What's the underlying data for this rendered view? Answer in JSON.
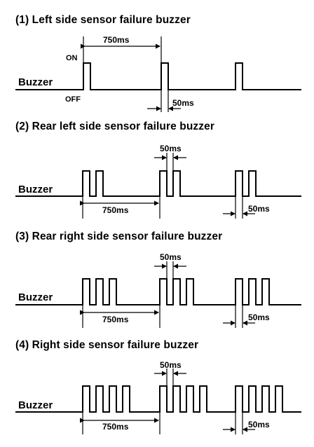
{
  "sections": [
    {
      "title": "(1) Left side sensor failure buzzer",
      "signal_label": "Buzzer",
      "state_on_label": "ON",
      "state_off_label": "OFF",
      "pulses_per_group": 1,
      "groups": 3,
      "period_label": "750ms",
      "pulse_label": "50ms"
    },
    {
      "title": "(2) Rear left side sensor failure buzzer",
      "signal_label": "Buzzer",
      "pulses_per_group": 2,
      "groups": 3,
      "period_label": "750ms",
      "gap_label": "50ms",
      "pulse_label": "50ms"
    },
    {
      "title": "(3) Rear right side sensor failure buzzer",
      "signal_label": "Buzzer",
      "pulses_per_group": 3,
      "groups": 3,
      "period_label": "750ms",
      "gap_label": "50ms",
      "pulse_label": "50ms"
    },
    {
      "title": "(4) Right side sensor failure buzzer",
      "signal_label": "Buzzer",
      "pulses_per_group": 4,
      "groups": 3,
      "period_label": "750ms",
      "gap_label": "50ms",
      "pulse_label": "50ms"
    }
  ]
}
